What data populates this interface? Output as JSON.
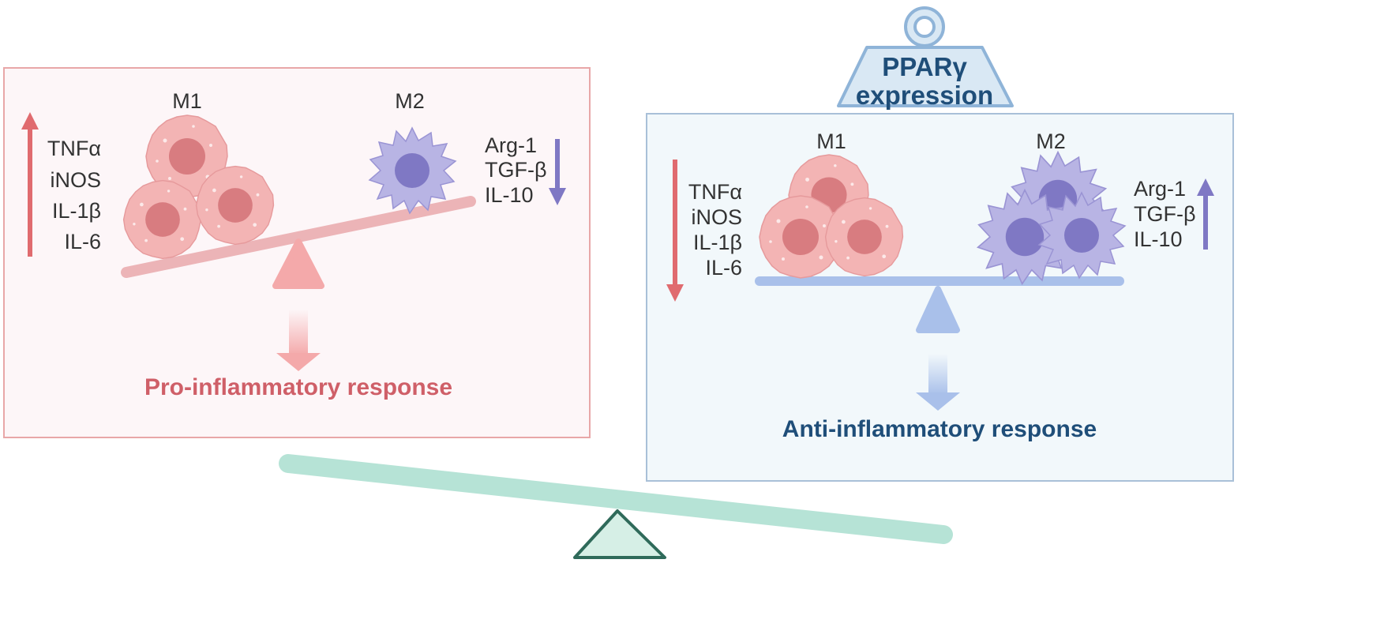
{
  "colors": {
    "pro": "#cf5f68",
    "anti": "#1f4e79",
    "m1_fill": "#f3b4b4",
    "m1_nucleus": "#d87c80",
    "m2_fill": "#b8b4e4",
    "m2_nucleus": "#7f78c4",
    "left_panel_border": "#e8a7a8",
    "left_panel_bg": "#fdf6f8",
    "right_panel_border": "#a9c0d8",
    "right_panel_bg": "#f2f8fb",
    "big_beam": "#b6e3d6",
    "big_fulcrum": "#d6efe6",
    "big_fulcrum_stroke": "#2f6a5a"
  },
  "left_panel": {
    "m1_label": "M1",
    "m2_label": "M2",
    "pro_markers": [
      "TNFα",
      "iNOS",
      "IL-1β",
      "IL-6"
    ],
    "anti_markers": [
      "Arg-1",
      "TGF-β",
      "IL-10"
    ],
    "response": "Pro-inflammatory response"
  },
  "right_panel": {
    "m1_label": "M1",
    "m2_label": "M2",
    "pro_markers": [
      "TNFα",
      "iNOS",
      "IL-1β",
      "IL-6"
    ],
    "anti_markers": [
      "Arg-1",
      "TGF-β",
      "IL-10"
    ],
    "response": "Anti-inflammatory response"
  },
  "weight": {
    "line1": "PPARγ",
    "line2": "expression"
  }
}
